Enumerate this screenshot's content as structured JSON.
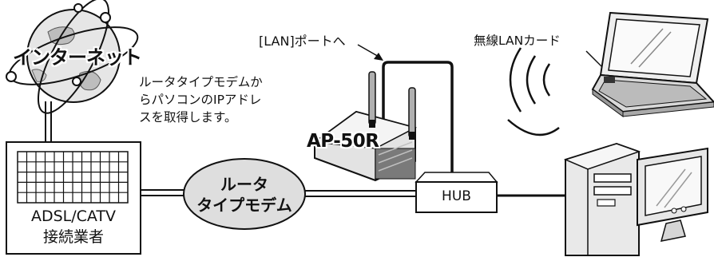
{
  "internet": {
    "label": "インターネット"
  },
  "note": {
    "lines": [
      "ルータタイプモデムか",
      "らパソコンのIPアドレ",
      "スを取得します。"
    ]
  },
  "lan_callout": {
    "label": "[LAN]ポートへ"
  },
  "ap": {
    "label": "AP-50R"
  },
  "wireless_card": {
    "label": "無線LANカード"
  },
  "isp": {
    "line1": "ADSL/CATV",
    "line2": "接続業者"
  },
  "router": {
    "line1": "ルータ",
    "line2": "タイプモデム",
    "fill_color": "#dedede"
  },
  "hub": {
    "label": "HUB"
  },
  "colors": {
    "line": "#111111",
    "screen_fill": "#eeeeee",
    "internet_text_outline": "#ffffff"
  }
}
